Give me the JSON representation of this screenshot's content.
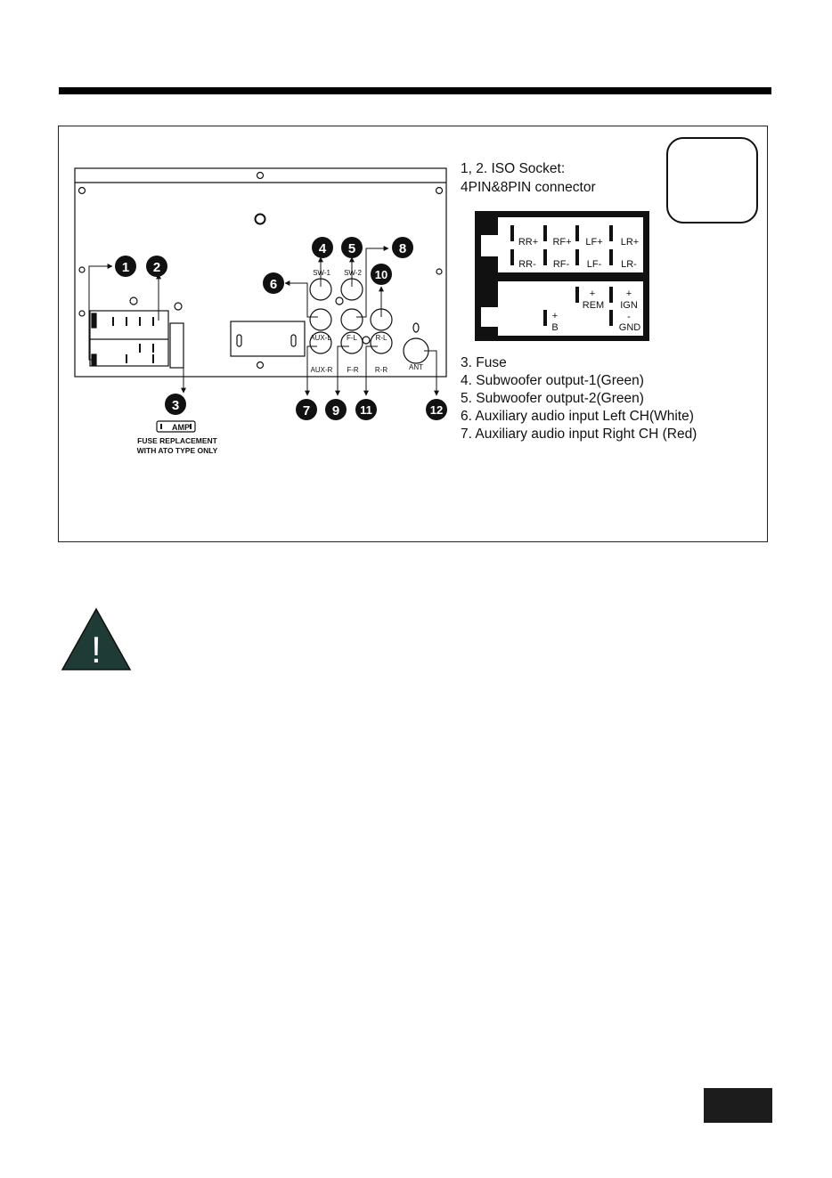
{
  "legend": {
    "iso_title": "1, 2. ISO Socket:",
    "iso_subtitle": "4PIN&8PIN connector",
    "item_3": "3. Fuse",
    "item_4": "4. Subwoofer output-1(Green)",
    "item_5": "5. Subwoofer output-2(Green)",
    "item_6": "6. Auxiliary audio input Left CH(White)",
    "item_7": "7. Auxiliary audio input Right CH (Red)"
  },
  "callouts": [
    "1",
    "2",
    "3",
    "4",
    "5",
    "6",
    "7",
    "8",
    "9",
    "10",
    "11",
    "12"
  ],
  "jacks": {
    "sw1": "SW-1",
    "sw2": "SW-2",
    "aux_l": "AUX-L",
    "f_l": "F-L",
    "r_l": "R-L",
    "aux_r": "AUX-R",
    "f_r": "F-R",
    "r_r": "R-R",
    "ant": "ANT"
  },
  "fuse": {
    "amp": "AMP",
    "note_line1": "FUSE REPLACEMENT",
    "note_line2": "WITH ATO TYPE ONLY"
  },
  "iso_pins": {
    "top_row1": [
      "RR+",
      "RF+",
      "LF+",
      "LR+"
    ],
    "top_row2": [
      "RR-",
      "RF-",
      "LF-",
      "LR-"
    ],
    "rem_sign": "+",
    "rem": "REM",
    "ign_sign": "+",
    "ign": "IGN",
    "gnd_sign": "-",
    "gnd": "GND",
    "b_sign": "+",
    "b": "B"
  },
  "warning": {
    "glyph": "!"
  },
  "colors": {
    "ink": "#111111",
    "warning_fill": "#1f3b36"
  }
}
